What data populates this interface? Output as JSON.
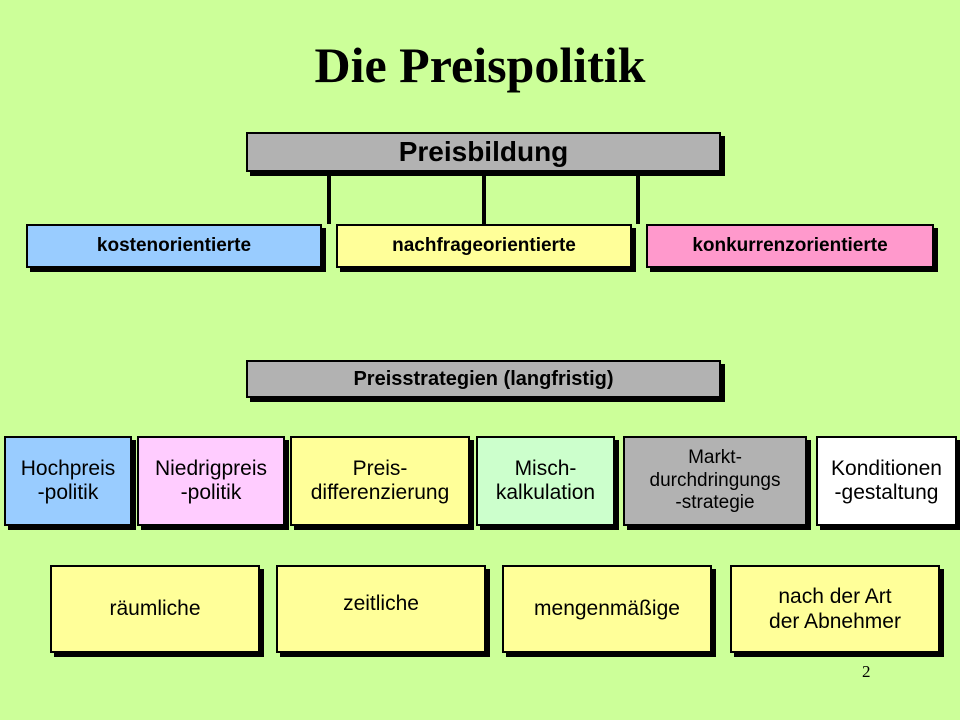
{
  "title": "Die Preispolitik",
  "colors": {
    "background": "#ccff99",
    "gray": "#b2b2b2",
    "blue": "#99ccff",
    "yellow": "#ffff99",
    "pink": "#ff99cc",
    "lilac": "#ffccff",
    "mint": "#ccffcc",
    "white": "#ffffff"
  },
  "preisbildung": {
    "header": "Preisbildung",
    "branches": [
      "kostenorientierte",
      "nachfrageorientierte",
      "konkurrenzorientierte"
    ]
  },
  "preisstrategien": {
    "header": "Preisstrategien (langfristig)",
    "items": [
      "Hochpreis\n-politik",
      "Niedrigpreis\n-politik",
      "Preis-\ndifferenzierung",
      "Misch-\nkalkulation",
      "Markt-\ndurchdringungs\n-strategie",
      "Konditionen\n-gestaltung"
    ]
  },
  "differenzierung": [
    "räumliche",
    "zeitliche",
    "mengenmäßige",
    "nach der Art\nder Abnehmer"
  ],
  "page_number": "2"
}
